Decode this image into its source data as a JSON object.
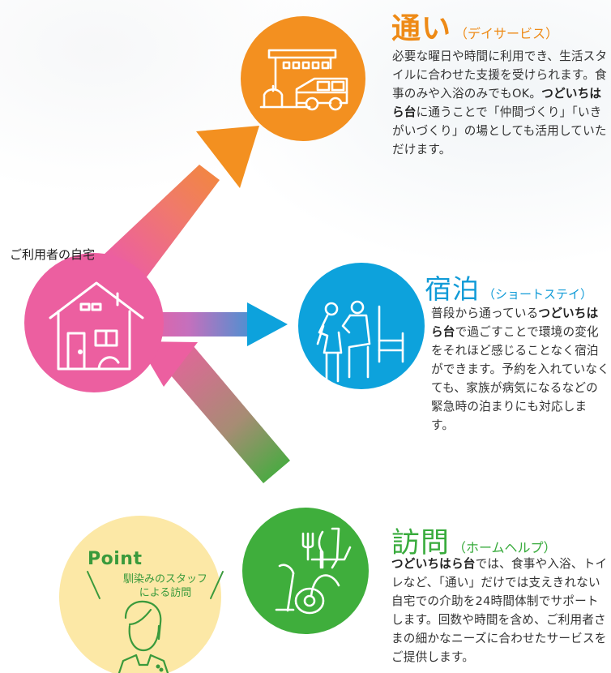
{
  "home": {
    "label": "ご利用者の自宅"
  },
  "kayoi": {
    "title": "通い",
    "subtitle": "（デイサービス）",
    "desc_1": "必要な曜日や時間に利用でき、生活スタイルに合わせた支援を受けられます。食事のみや入浴のみでもOK。",
    "brand": "つどいちはら台",
    "desc_2": "に通うことで「仲間づくり」「いきがいづくり」の場としても活用していただけます。"
  },
  "shukuhaku": {
    "title": "宿泊",
    "subtitle": "（ショートステイ）",
    "desc_1": "普段から通っている",
    "brand": "つどいちはら台",
    "desc_2": "で過ごすことで環境の変化をそれほど感じることなく宿泊ができます。予約を入れていなくても、家族が病気になるなどの緊急時の泊まりにも対応します。"
  },
  "houmon": {
    "title": "訪問",
    "subtitle": "（ホームヘルプ）",
    "brand": "つどいちはら台",
    "desc_1": "では、食事や入浴、トイレなど、「通い」だけでは支えきれない自宅での介助を24時間体制でサポートします。回数や時間を含め、ご利用者さまの細かなニーズに合わせたサービスをご提供します。"
  },
  "point": {
    "title": "Point",
    "line_1": "馴染みのスタッフ",
    "line_2": "による訪問"
  },
  "colors": {
    "orange": "#f39020",
    "pink": "#ec5fa0",
    "blue": "#0da2dc",
    "green": "#3fae3c",
    "point_bg": "#fce8a6"
  },
  "icons": [
    "house-icon",
    "day-center-van-icon",
    "caregiver-bed-icon",
    "cleaning-meal-icon",
    "staff-person-icon"
  ]
}
